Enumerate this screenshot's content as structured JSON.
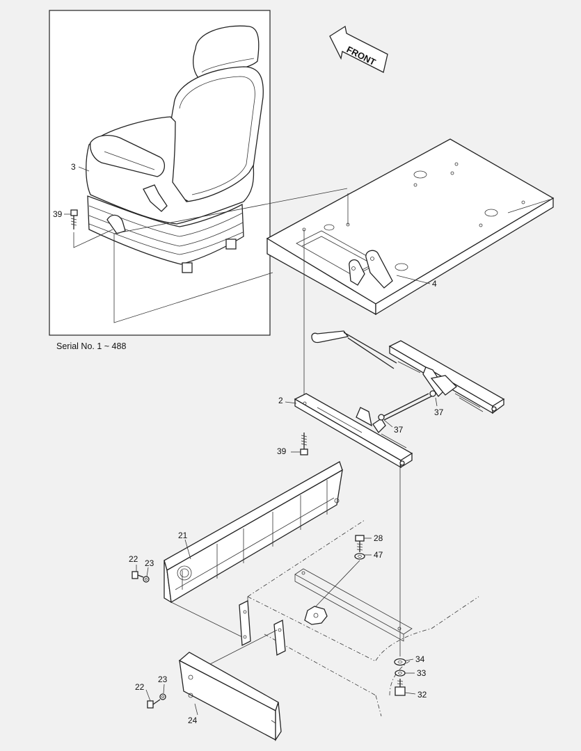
{
  "direction_arrow": {
    "label": "FRONT"
  },
  "inset": {
    "caption": "Serial No. 1 ~ 488"
  },
  "callouts": {
    "seat": "3",
    "seat_bolt": "39",
    "floor_plate": "4",
    "slide_rail": "2",
    "rail_bolt": "39",
    "link_washer_a": "37",
    "link_washer_b": "37",
    "side_cover": "21",
    "cover_screw_a": "22",
    "cover_washer_a": "23",
    "bolt_28": "28",
    "washer_47": "47",
    "washer_34": "34",
    "washer_33": "33",
    "bolt_32": "32",
    "cover_screw_b": "22",
    "cover_washer_b": "23",
    "front_cover": "24"
  },
  "colors": {
    "background": "#f1f1f1",
    "line": "#222222",
    "part_fill": "#ffffff"
  }
}
